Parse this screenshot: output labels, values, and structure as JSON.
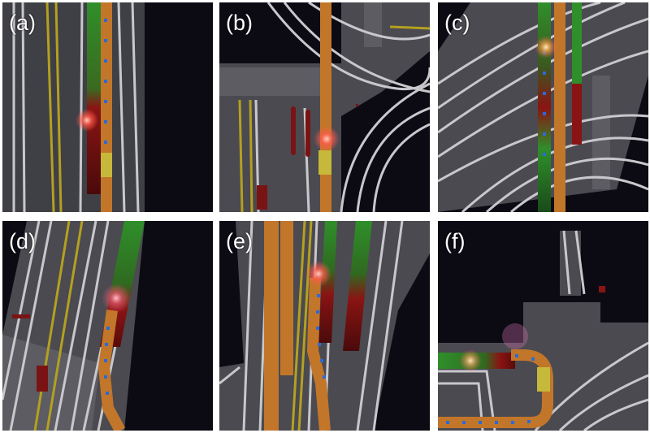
{
  "panels": [
    {
      "id": "a",
      "label": "(a)"
    },
    {
      "id": "b",
      "label": "(b)"
    },
    {
      "id": "c",
      "label": "(c)"
    },
    {
      "id": "d",
      "label": "(d)"
    },
    {
      "id": "e",
      "label": "(e)"
    },
    {
      "id": "f",
      "label": "(f)"
    }
  ],
  "colors": {
    "background": "#0c0b14",
    "road": "#4a4a50",
    "lane_line": "#c8c8cc",
    "lane_yellow": "#b4a020",
    "route": "#c2762a",
    "agent": "#c6b83a",
    "prediction_green": "#2f8f2a",
    "prediction_red": "#8a1414",
    "ego_glow": "#ff5a4a",
    "waypoint_blue": "#2a6ad8",
    "waypoint_orange": "#e0a040"
  }
}
